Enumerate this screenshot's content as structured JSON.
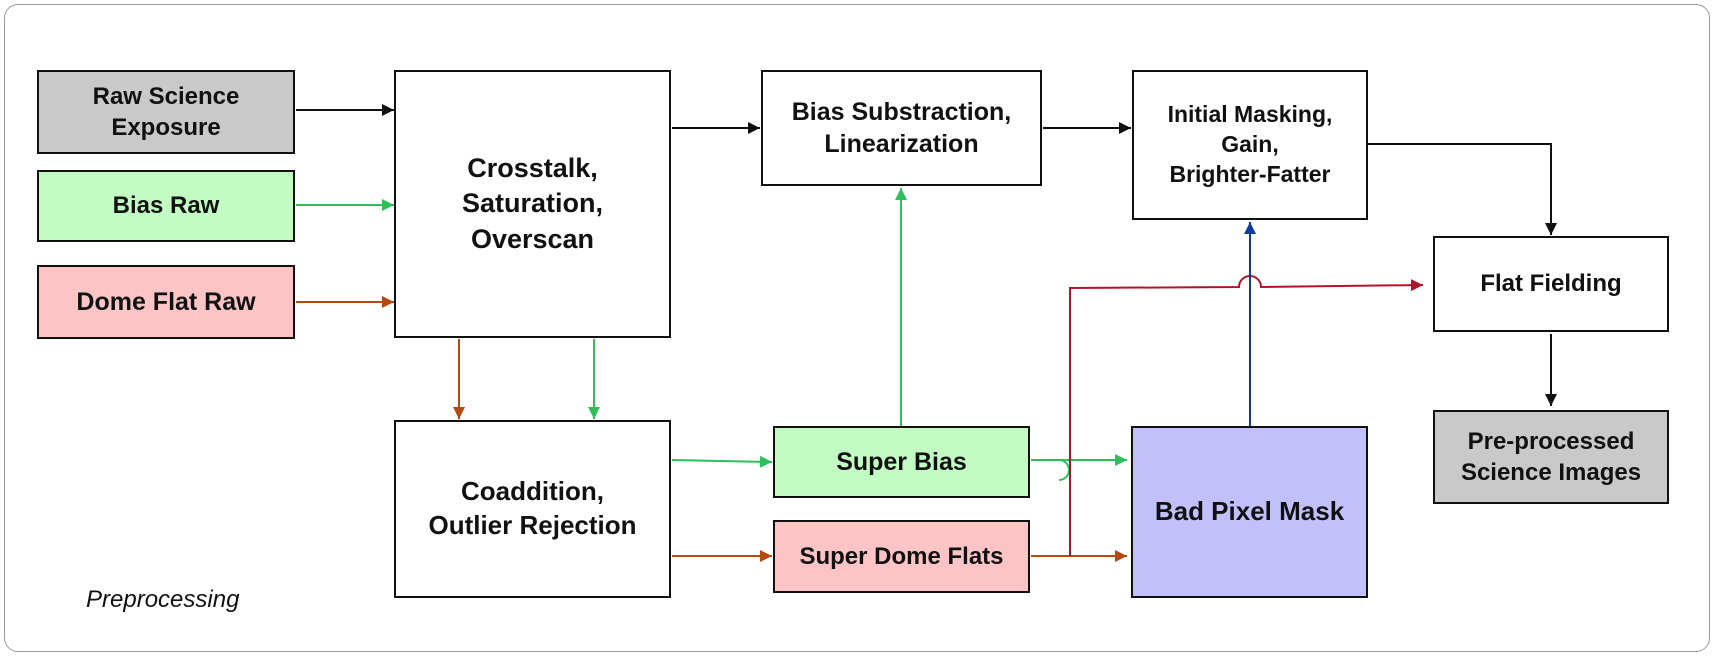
{
  "caption": "Preprocessing",
  "colors": {
    "black_line": "#111111",
    "green_line": "#2fbf5a",
    "brown_line": "#b44a12",
    "red_line": "#b0142c",
    "blue_line": "#0d3c9c",
    "gray_fill": "#c9c9c9",
    "green_fill": "#c3fcc3",
    "pink_fill": "#fcc4c4",
    "lavender_fill": "#c2c0fb"
  },
  "nodes": {
    "raw_science": {
      "label": "Raw Science\nExposure"
    },
    "bias_raw": {
      "label": "Bias Raw"
    },
    "dome_flat_raw": {
      "label": "Dome Flat Raw"
    },
    "crosstalk": {
      "label": "Crosstalk,\nSaturation,\nOverscan"
    },
    "coaddition": {
      "label": "Coaddition,\nOutlier Rejection"
    },
    "bias_subtraction": {
      "label": "Bias Substraction,\nLinearization"
    },
    "super_bias": {
      "label": "Super Bias"
    },
    "super_dome_flats": {
      "label": "Super Dome Flats"
    },
    "initial_masking": {
      "label": "Initial Masking,\nGain,\nBrighter-Fatter"
    },
    "bad_pixel_mask": {
      "label": "Bad Pixel Mask"
    },
    "flat_fielding": {
      "label": "Flat Fielding"
    },
    "preprocessed": {
      "label": "Pre-processed\nScience Images"
    }
  }
}
